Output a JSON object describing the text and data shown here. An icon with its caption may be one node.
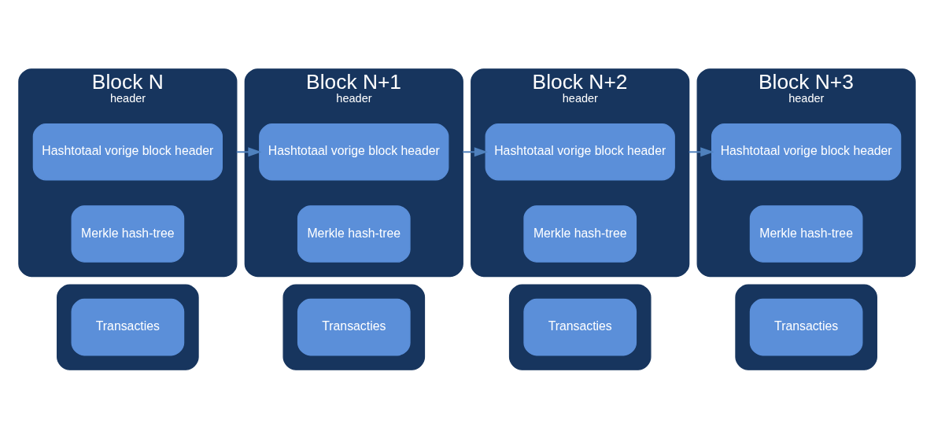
{
  "diagram": {
    "nodes": [
      {
        "text": [
          "Block N",
          "header"
        ]
      },
      {
        "text": [
          "Hashtotaal vorige block header"
        ],
        "in": 0
      },
      {
        "text": [
          "Merkle hash-tree"
        ],
        "in": 0
      },
      {
        "text": [],
        "shape": "box"
      },
      {
        "text": [
          "Transacties"
        ],
        "in": 3
      },
      {
        "text": [
          "Block N+1",
          "header"
        ]
      },
      {
        "text": [
          "Hashtotaal vorige block header"
        ],
        "in": 5
      },
      {
        "text": [
          "Merkle hash-tree"
        ],
        "in": 5
      },
      {
        "text": [],
        "shape": "box"
      },
      {
        "text": [
          "Transacties"
        ],
        "in": 8
      },
      {
        "text": [
          "Block N+2",
          "header"
        ]
      },
      {
        "text": [
          "Hashtotaal vorige block header"
        ],
        "in": 10
      },
      {
        "text": [
          "Merkle hash-tree"
        ],
        "in": 10
      },
      {
        "text": [],
        "shape": "box"
      },
      {
        "text": [
          "Transacties"
        ],
        "in": 13
      },
      {
        "text": [
          "Block N+3",
          "header"
        ]
      },
      {
        "text": [
          "Hashtotaal vorige block header"
        ],
        "in": 15
      },
      {
        "text": [
          "Merkle hash-tree"
        ],
        "in": 15
      },
      {
        "text": [],
        "shape": "box"
      },
      {
        "text": [
          "Transacties"
        ],
        "in": 18
      }
    ],
    "edges": [
      {
        "from": 0,
        "to": 6,
        "arrow": "to"
      },
      {
        "from": 5,
        "to": 11,
        "arrow": "to"
      },
      {
        "from": 10,
        "to": 16,
        "arrow": "to"
      }
    ]
  }
}
